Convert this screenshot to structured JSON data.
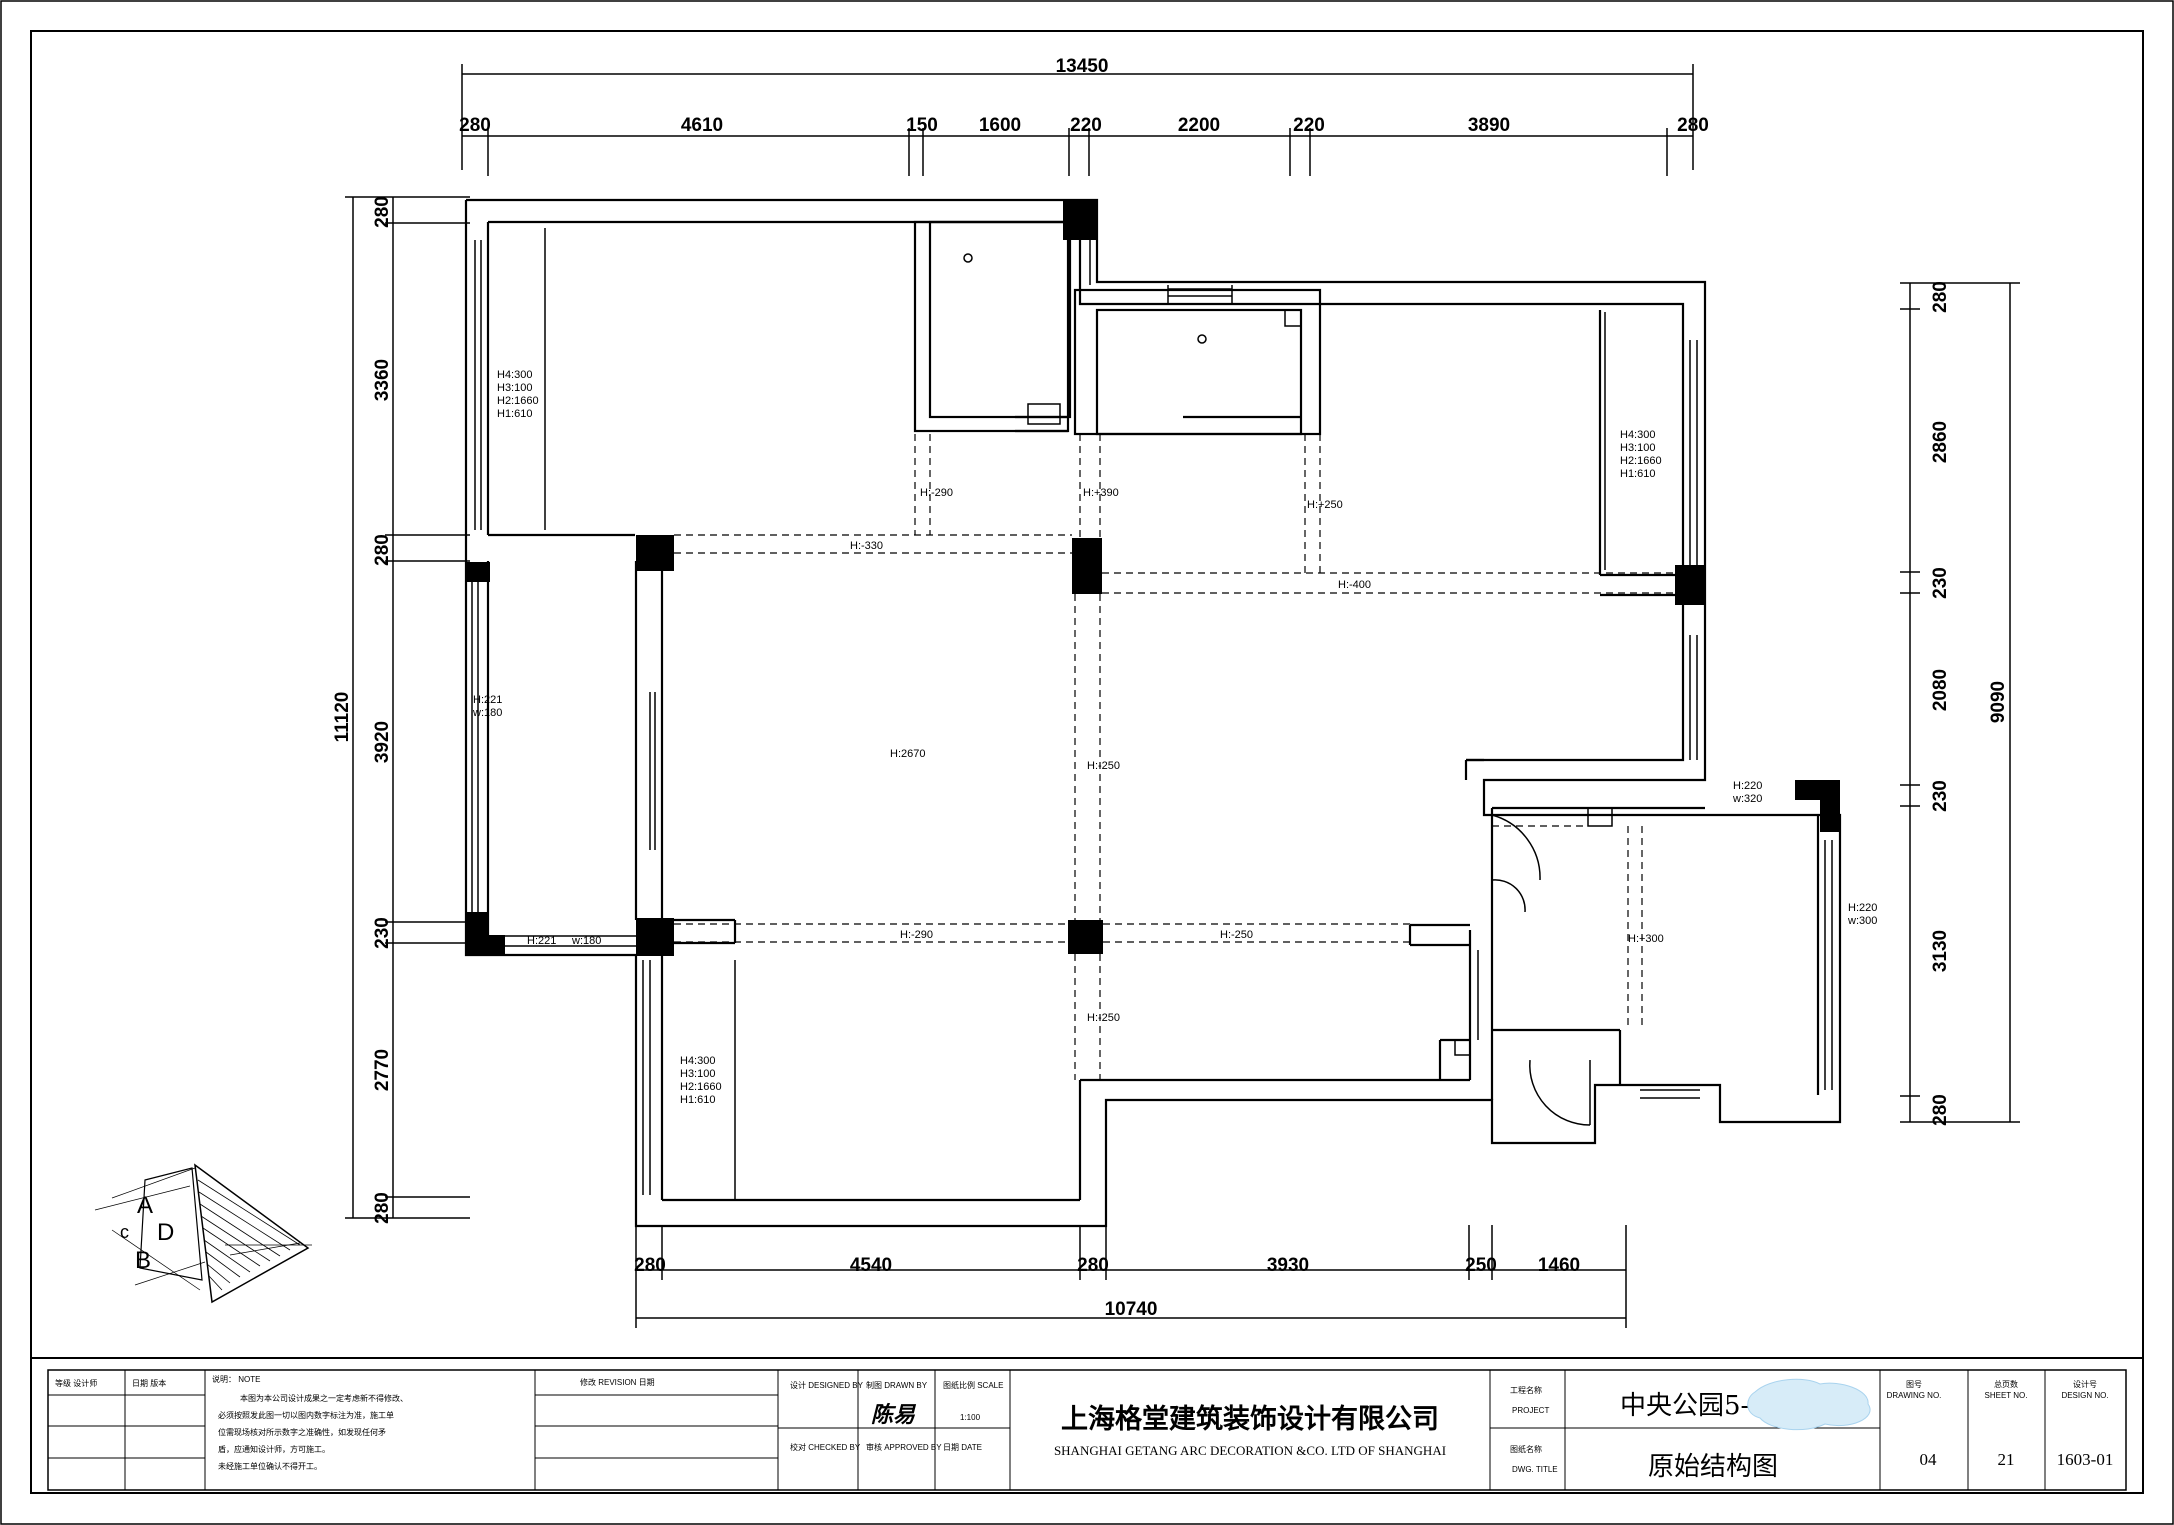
{
  "dimensions": {
    "top_total": "13450",
    "top": [
      "280",
      "4610",
      "150",
      "1600",
      "220",
      "2200",
      "220",
      "3890",
      "280"
    ],
    "left_total": "11120",
    "left": [
      "280",
      "3360",
      "280",
      "3920",
      "230",
      "2770",
      "280"
    ],
    "right_total": "9090",
    "right": [
      "280",
      "2860",
      "230",
      "2080",
      "230",
      "3130",
      "280"
    ],
    "bottom_total": "10740",
    "bottom": [
      "280",
      "4540",
      "280",
      "3930",
      "250",
      "1460"
    ]
  },
  "annotations": {
    "window_nw": [
      "H4:300",
      "H3:100",
      "H2:1660",
      "H1:610"
    ],
    "window_ne": [
      "H4:300",
      "H3:100",
      "H2:1660",
      "H1:610"
    ],
    "window_sw": [
      "H4:300",
      "H3:100",
      "H2:1660",
      "H1:610"
    ],
    "west_opening": [
      "H:221",
      "w:180"
    ],
    "sw_sill": [
      "H:221",
      "w:180"
    ],
    "east_window": [
      "H:220",
      "w:320"
    ],
    "east_lower": [
      "H:220",
      "w:300"
    ],
    "beams": {
      "b1": "H:-290",
      "b2": "H:+390",
      "b3": "H:+250",
      "b4": "H:-330",
      "b5": "H:-400",
      "b6": "H:2670",
      "b7": "H:-250",
      "b8": "H:-290",
      "b9": "H:-250",
      "b10": "H:+300",
      "b11": "H:-250"
    }
  },
  "logo": {
    "letters": [
      "A",
      "D",
      "B",
      "c"
    ]
  },
  "title_block": {
    "col1_head": "等级  设计师",
    "col2_head": "日期  版本",
    "notes_title": "说明： NOTE",
    "notes": [
      "本图为本公司设计成果之一定考虑新不得修改、",
      "必须按照发此图一切以图内数字标注为准，施工单",
      "位需现场核对所示数字之准确性，如发现任何矛",
      "盾，应通知设计师，方可施工。",
      "未经施工单位确认不得开工。"
    ],
    "revision_head": "修改  REVISION  日期",
    "designed_label": "设计  DESIGNED BY",
    "checked_label": "校对  CHECKED BY",
    "drawn_label": "制图  DRAWN BY",
    "approved_label": "审核  APPROVED BY",
    "signature": "陈易",
    "scale_label": "图纸比例  SCALE",
    "scale": "1:100",
    "date_label": "日期  DATE",
    "company_cn": "上海格堂建筑装饰设计有限公司",
    "company_en": "SHANGHAI GETANG ARC DECORATION  &CO. LTD OF SHANGHAI",
    "project_label": "工程名称",
    "project_label_en": "PROJECT",
    "drawing_label": "图纸名称",
    "drawing_label_en": "DWG. TITLE",
    "project_name": "中央公园5-",
    "drawing_title": "原始结构图",
    "drawing_no_label": "图号",
    "drawing_no_label_en": "DRAWING NO.",
    "drawing_no": "04",
    "sheet_label": "总页数",
    "sheet_label_en": "SHEET NO.",
    "sheet_no": "21",
    "design_no_label": "设计号",
    "design_no_label_en": "DESIGN NO.",
    "design_no": "1603-01"
  },
  "colors": {
    "ink": "#000000",
    "paper": "#ffffff",
    "smudge": "#d7ecf8"
  }
}
